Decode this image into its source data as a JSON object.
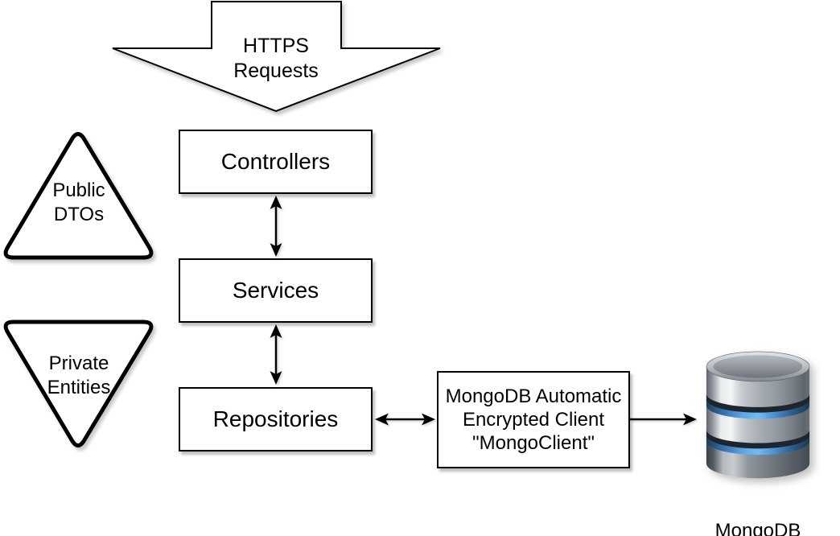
{
  "diagram": {
    "type": "architecture-flowchart",
    "background_color": "#ffffff",
    "shape_fill": "#ffffff",
    "stroke_color": "#000000",
    "db_icon_blue": "#5aa7e8",
    "db_icon_gray": "#a9afb5",
    "nodes": {
      "https": {
        "shape": "fat-arrow-down",
        "label": "HTTPS\nRequests"
      },
      "public_dtos": {
        "shape": "triangle-up",
        "label": "Public\nDTOs"
      },
      "private_entities": {
        "shape": "triangle-down",
        "label": "Private\nEntities"
      },
      "controllers": {
        "shape": "rectangle",
        "label": "Controllers"
      },
      "services": {
        "shape": "rectangle",
        "label": "Services"
      },
      "repositories": {
        "shape": "rectangle",
        "label": "Repositories"
      },
      "mongo_client": {
        "shape": "rectangle",
        "label": "MongoDB Automatic\nEncrypted Client\n\"MongoClient\""
      },
      "mongodb_database": {
        "shape": "database-cylinder-icon",
        "label": "MongoDB"
      }
    },
    "edges": [
      {
        "from": "https",
        "to": "controllers",
        "style": "fat-arrow"
      },
      {
        "from": "controllers",
        "to": "services",
        "style": "double-headed"
      },
      {
        "from": "services",
        "to": "repositories",
        "style": "double-headed"
      },
      {
        "from": "repositories",
        "to": "mongo_client",
        "style": "double-headed"
      },
      {
        "from": "mongo_client",
        "to": "mongodb_database",
        "style": "single-headed"
      }
    ]
  }
}
